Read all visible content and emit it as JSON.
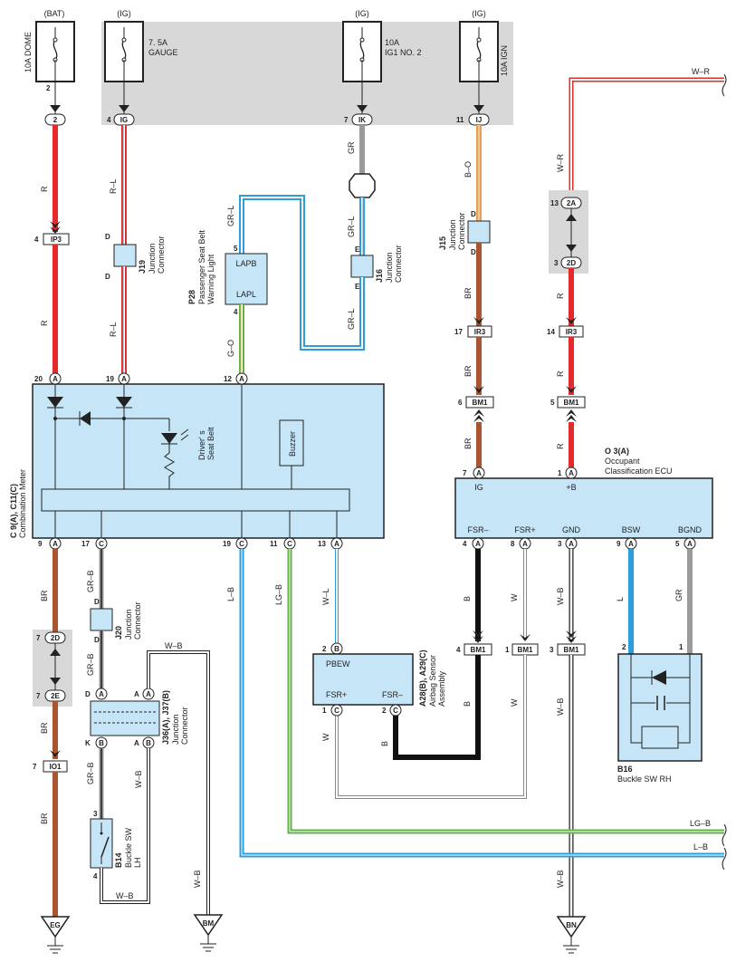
{
  "colors": {
    "box_fill": "#c6e6f8",
    "shade": "#d8d8d8",
    "wire_R": "#e32b2b",
    "wire_BR": "#a9552f",
    "wire_B": "#111111",
    "wire_GR": "#9a9a9a",
    "wire_L": "#2a9fdc",
    "wire_LG": "#62b04a",
    "wire_O": "#e8a050",
    "wire_Y": "#d8c020"
  },
  "power": {
    "bat": "(BAT)",
    "ig1": "(IG)",
    "ig2": "(IG)",
    "ig3": "(IG)"
  },
  "fuses": {
    "dome": "10A DOME",
    "gauge_a": "7. 5A",
    "gauge_b": "GAUGE",
    "ig1no2_a": "10A",
    "ig1no2_b": "IG1 NO. 2",
    "ign": "10A IGN"
  },
  "pins": {
    "dome_out": "2",
    "dome_conn": "2",
    "gauge_pin": "4",
    "gauge_conn": "IG",
    "ig1no2_pin": "7",
    "ig1no2_conn": "IK",
    "ign_pin": "11",
    "ign_conn": "IJ",
    "ip3_pin": "4",
    "ip3_conn": "IP3",
    "io1_pin": "7",
    "io1_conn": "IO1",
    "ir3a_pin": "17",
    "ir3a_conn": "IR3",
    "ir3b_pin": "14",
    "ir3b_conn": "IR3",
    "bm1a_pin": "6",
    "bm1a_conn": "BM1",
    "bm1b_pin": "5",
    "bm1b_conn": "BM1",
    "bm1c_pin": "4",
    "bm1c_conn": "BM1",
    "bm1d_pin": "1",
    "bm1d_conn": "BM1",
    "bm1e_pin": "3",
    "bm1e_conn": "BM1",
    "c2a_pin": "13",
    "c2a_conn": "2A",
    "c2d_pin": "3",
    "c2d_conn": "2D",
    "l2d_pin": "7",
    "l2d_conn": "2D",
    "l2e_pin": "7",
    "l2e_conn": "2E",
    "p28_top": "5",
    "p28_bot": "4",
    "b16_l": "2",
    "b16_r": "1",
    "b14_top": "3",
    "b14_bot": "4",
    "a28_top": "2",
    "a28_top_c": "B",
    "a28_l": "1",
    "a28_lc": "C",
    "a28_r": "2",
    "a28_rc": "C",
    "meter_top": [
      "20",
      "19",
      "12"
    ],
    "meter_top_c": [
      "A",
      "A",
      "A"
    ],
    "meter_bot": [
      "9",
      "17",
      "19",
      "11",
      "13"
    ],
    "meter_bot_c": [
      "A",
      "C",
      "C",
      "C",
      "A"
    ],
    "ecu_top": [
      "7",
      "1"
    ],
    "ecu_top_c": [
      "A",
      "A"
    ],
    "ecu_bot": [
      "4",
      "8",
      "3",
      "9",
      "5"
    ],
    "ecu_bot_c": [
      "A",
      "A",
      "A",
      "A",
      "A"
    ],
    "jd": "D",
    "jk": "K",
    "ja": "A",
    "jb": "B",
    "je": "E"
  },
  "wire_labels": {
    "r1": "R",
    "r2": "R",
    "rl1": "R–L",
    "rl2": "R–L",
    "gr_ik": "GR",
    "grl1": "GR–L",
    "grl2": "GR–L",
    "grl3": "GR–L",
    "go": "G–O",
    "bo": "B–O",
    "br1": "BR",
    "br2": "BR",
    "br3": "BR",
    "wr1": "W–R",
    "wr2": "W–R",
    "r3": "R",
    "r4": "R",
    "r5": "R",
    "br_l1": "BR",
    "br_l2": "BR",
    "br_l3": "BR",
    "grb1": "GR–B",
    "grb2": "GR–B",
    "grb3": "GR–B",
    "lb": "L–B",
    "lgb": "LG–B",
    "wl": "W–L",
    "b1": "B",
    "b2": "B",
    "w1": "W",
    "w2": "W",
    "wb1": "W–B",
    "wb2": "W–B",
    "l": "L",
    "gr2": "GR",
    "wb_top": "W–B",
    "wb_mid": "W–B",
    "wb_bot": "W–B",
    "wb_sw": "W–B",
    "right_wr": "W–R",
    "right_lgb": "LG–B",
    "right_lb": "L–B"
  },
  "components": {
    "j19_code": "J19",
    "j19_name": "Junction\nConnector",
    "j16_code": "J16",
    "j16_name": "Junction\nConnector",
    "j15_code": "J15",
    "j15_name": "Junction\nConnector",
    "j20_code": "J20",
    "j20_name": "Junction\nConnector",
    "j36_code": "J36(A), J37(B)",
    "j36_name": "Junction\nConnector",
    "p28_code": "P28",
    "p28_name": "Passenger Seat Belt\nWarning Light",
    "p28_top": "LAPB",
    "p28_bot": "LAPL",
    "meter_code": "C 9(A), C11(C)",
    "meter_name": "Combination Meter",
    "drivers_belt": "Driver' s\nSeat Belt",
    "buzzer": "Buzzer",
    "ecu_code": "O 3(A)",
    "ecu_name1": "Occupant",
    "ecu_name2": "Classification ECU",
    "ecu_pins_top": [
      "IG",
      "+B"
    ],
    "ecu_pins_bot": [
      "FSR–",
      "FSR+",
      "GND",
      "BSW",
      "BGND"
    ],
    "a28_code": "A28(B), A29(C)",
    "a28_name": "Airbag Sensor\nAssembly",
    "a28_pbew": "PBEW",
    "a28_fsrp": "FSR+",
    "a28_fsrm": "FSR–",
    "b16_code": "B16",
    "b16_name": "Buckle SW RH",
    "b14_code": "B14",
    "b14_name": "Buckle SW\nLH",
    "ground_eg": "EG",
    "ground_bm": "BM",
    "ground_bn": "BN"
  }
}
